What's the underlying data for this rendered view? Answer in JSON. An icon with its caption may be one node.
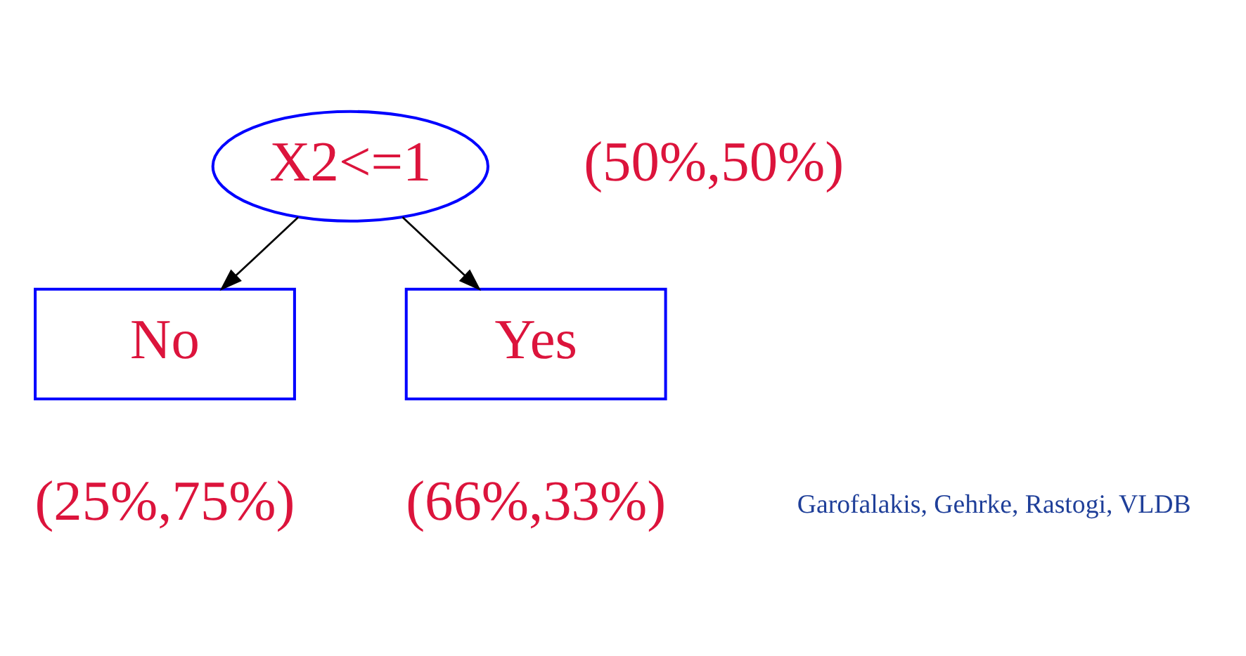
{
  "diagram": {
    "nodes": [
      {
        "text": [
          "X2<=1"
        ],
        "beside": [
          "(50%,50%)"
        ]
      },
      {
        "text": [
          "No"
        ],
        "beside": [
          "(25%,75%)"
        ]
      },
      {
        "text": [
          "Yes"
        ],
        "beside": [
          "(66%,33%)"
        ]
      }
    ],
    "edges": [
      {
        "from": 0,
        "to": 1,
        "arrow": "to"
      },
      {
        "from": 0,
        "to": 2,
        "arrow": "to"
      }
    ],
    "labels": [
      "Garofalakis, Gehrke, Rastogi, VLDB"
    ]
  }
}
